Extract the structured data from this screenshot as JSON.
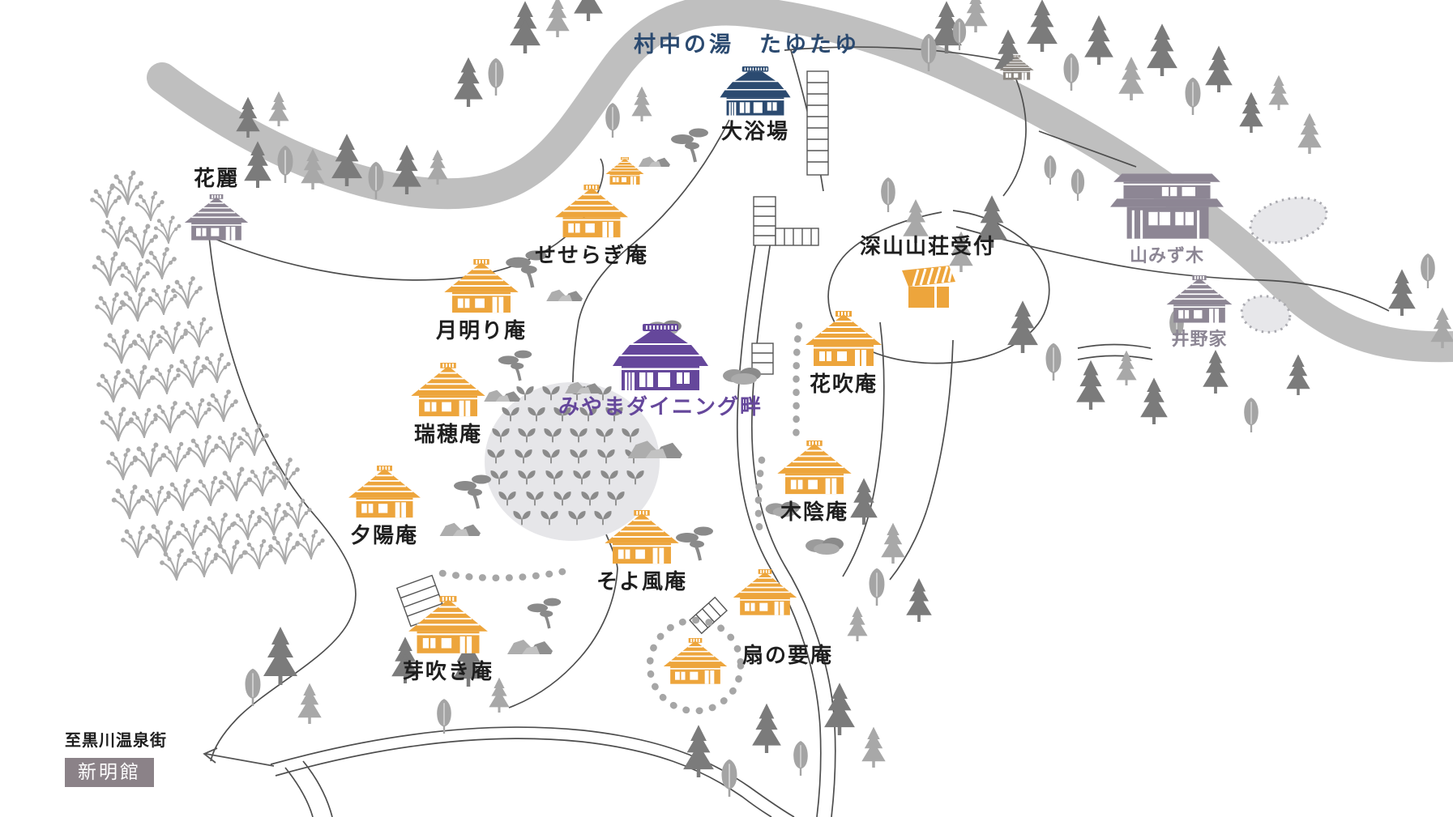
{
  "map": {
    "locations": [
      {
        "id": "muranaka-no-yu-tayutayu",
        "label": "村中の湯　たゆたゆ",
        "type": "area-text"
      },
      {
        "id": "daiyokujo",
        "label": "大浴場",
        "type": "bathhouse"
      },
      {
        "id": "karei",
        "label": "花麗",
        "type": "neighbor"
      },
      {
        "id": "seseragi-an",
        "label": "せせらぎ庵",
        "type": "guest-hut"
      },
      {
        "id": "tsukiakari-an",
        "label": "月明り庵",
        "type": "guest-hut"
      },
      {
        "id": "miyama-sanso-reception",
        "label": "深山山荘受付",
        "type": "reception"
      },
      {
        "id": "yamamizuki",
        "label": "山みず木",
        "type": "neighbor"
      },
      {
        "id": "ino-ke",
        "label": "井野家",
        "type": "neighbor"
      },
      {
        "id": "hanafuki-an",
        "label": "花吹庵",
        "type": "guest-hut"
      },
      {
        "id": "miyama-dining-hotori",
        "label": "みやまダイニング畔",
        "type": "dining"
      },
      {
        "id": "mizuho-an",
        "label": "瑞穂庵",
        "type": "guest-hut"
      },
      {
        "id": "kokage-an",
        "label": "木陰庵",
        "type": "guest-hut"
      },
      {
        "id": "yuhi-an",
        "label": "夕陽庵",
        "type": "guest-hut"
      },
      {
        "id": "soyokaze-an",
        "label": "そよ風庵",
        "type": "guest-hut"
      },
      {
        "id": "ogi-no-kaname-an",
        "label": "扇の要庵",
        "type": "guest-hut"
      },
      {
        "id": "mebuki-an",
        "label": "芽吹き庵",
        "type": "guest-hut"
      }
    ],
    "footer": {
      "note": "至黒川温泉街",
      "badge": "新明館"
    },
    "colors": {
      "guest-hut": "#EDA53C",
      "bathhouse": "#2B4A70",
      "dining": "#65479B",
      "neighbor-gray": "#8D8694",
      "label-ink": "#1E1E1E",
      "muted-label": "#8C8694",
      "badge-bg": "#8B8288",
      "road": "#BFBFBF",
      "path-line": "#4E4E4E"
    }
  }
}
